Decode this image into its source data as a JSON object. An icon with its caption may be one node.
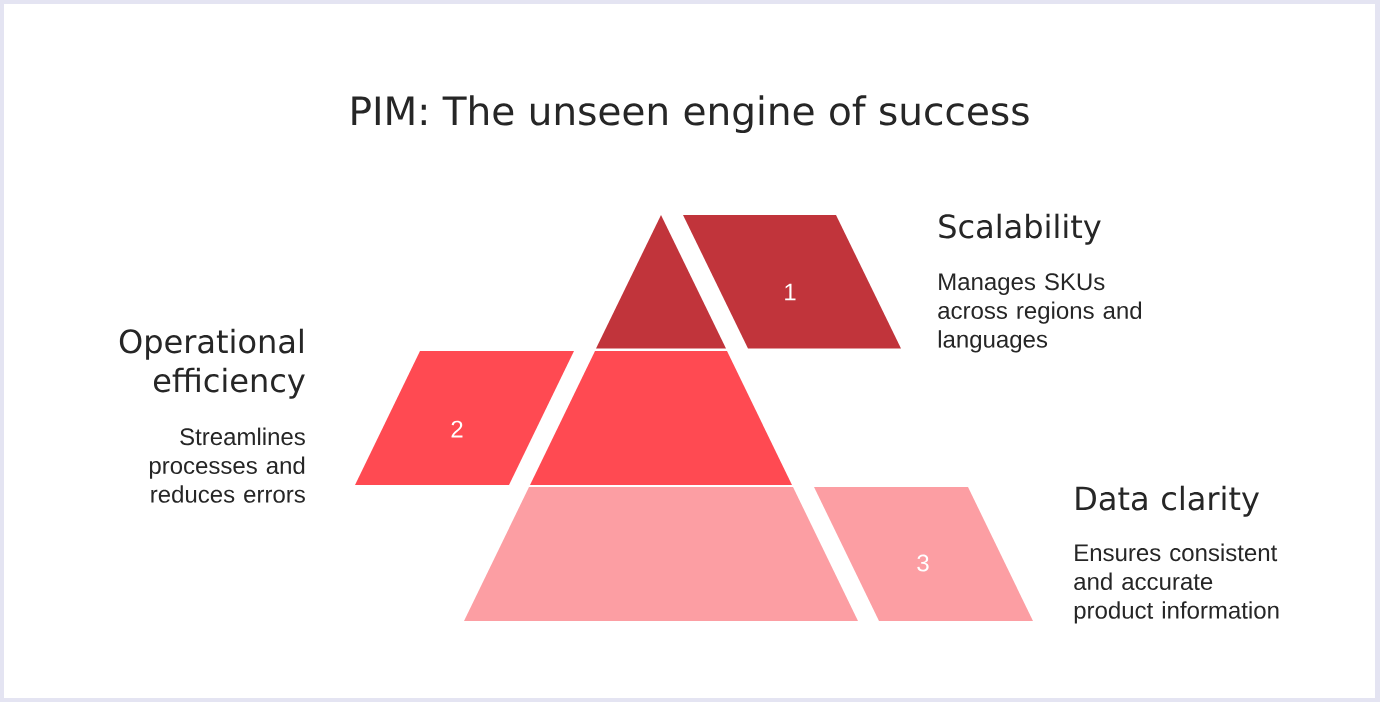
{
  "diagram": {
    "title": "PIM: The unseen engine of success",
    "nodes": [
      {
        "text": [],
        "shape": "triangle"
      },
      {
        "text": [
          "1"
        ],
        "beside": [
          "Scalability",
          "Manages SKUs across regions and languages"
        ]
      },
      {
        "text": [
          "2"
        ],
        "beside": [
          "Operational efficiency",
          "Streamlines processes and reduces errors"
        ]
      },
      {
        "text": [],
        "shape": "trapezoid"
      },
      {
        "text": [],
        "shape": "trapezoid"
      },
      {
        "text": [
          "3"
        ],
        "beside": [
          "Data clarity",
          "Ensures consistent and accurate product information"
        ]
      }
    ]
  }
}
